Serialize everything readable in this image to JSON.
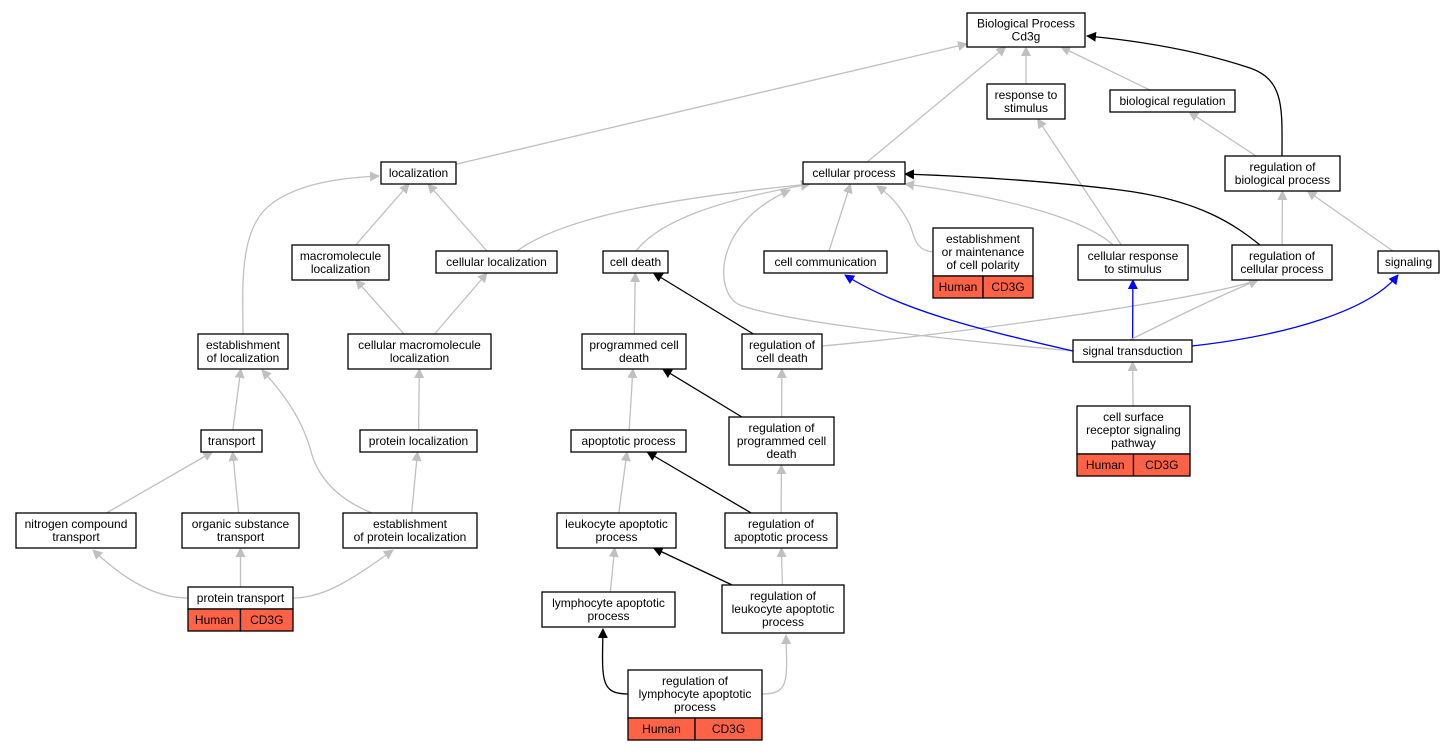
{
  "diagram": {
    "title_lines": [
      "Biological Process",
      "Cd3g"
    ],
    "edge_colors": {
      "gray": "#c0c0c0",
      "black": "#000000",
      "blue": "#0000ff"
    },
    "tag_color": "#ff6347",
    "nodes": {
      "root": {
        "lines": [
          "Biological Process",
          "Cd3g"
        ]
      },
      "response_to_stimulus": {
        "lines": [
          "response to",
          "stimulus"
        ]
      },
      "biological_regulation": {
        "lines": [
          "biological regulation"
        ]
      },
      "localization": {
        "lines": [
          "localization"
        ]
      },
      "cellular_process": {
        "lines": [
          "cellular process"
        ]
      },
      "regulation_of_biological_process": {
        "lines": [
          "regulation of",
          "biological process"
        ]
      },
      "macromolecule_localization": {
        "lines": [
          "macromolecule",
          "localization"
        ]
      },
      "cellular_localization": {
        "lines": [
          "cellular localization"
        ]
      },
      "cell_death": {
        "lines": [
          "cell death"
        ]
      },
      "cell_communication": {
        "lines": [
          "cell communication"
        ]
      },
      "establishment_cell_polarity": {
        "lines": [
          "establishment",
          "or maintenance",
          "of cell polarity"
        ],
        "tags": [
          "Human",
          "CD3G"
        ]
      },
      "cellular_response_to_stimulus": {
        "lines": [
          "cellular response",
          "to stimulus"
        ]
      },
      "regulation_of_cellular_process": {
        "lines": [
          "regulation of",
          "cellular process"
        ]
      },
      "signaling": {
        "lines": [
          "signaling"
        ]
      },
      "establishment_of_localization": {
        "lines": [
          "establishment",
          "of localization"
        ]
      },
      "cellular_macromolecule_localization": {
        "lines": [
          "cellular macromolecule",
          "localization"
        ]
      },
      "programmed_cell_death": {
        "lines": [
          "programmed cell",
          "death"
        ]
      },
      "regulation_of_cell_death": {
        "lines": [
          "regulation of",
          "cell death"
        ]
      },
      "signal_transduction": {
        "lines": [
          "signal transduction"
        ]
      },
      "transport": {
        "lines": [
          "transport"
        ]
      },
      "protein_localization": {
        "lines": [
          "protein localization"
        ]
      },
      "apoptotic_process": {
        "lines": [
          "apoptotic process"
        ]
      },
      "regulation_of_programmed_cell_death": {
        "lines": [
          "regulation of",
          "programmed cell",
          "death"
        ]
      },
      "cell_surface_receptor_signaling": {
        "lines": [
          "cell surface",
          "receptor signaling",
          "pathway"
        ],
        "tags": [
          "Human",
          "CD3G"
        ]
      },
      "nitrogen_compound_transport": {
        "lines": [
          "nitrogen compound",
          "transport"
        ]
      },
      "organic_substance_transport": {
        "lines": [
          "organic substance",
          "transport"
        ]
      },
      "establishment_of_protein_localization": {
        "lines": [
          "establishment",
          "of protein localization"
        ]
      },
      "leukocyte_apoptotic_process": {
        "lines": [
          "leukocyte apoptotic",
          "process"
        ]
      },
      "regulation_of_apoptotic_process": {
        "lines": [
          "regulation of",
          "apoptotic process"
        ]
      },
      "protein_transport": {
        "lines": [
          "protein transport"
        ],
        "tags": [
          "Human",
          "CD3G"
        ]
      },
      "lymphocyte_apoptotic_process": {
        "lines": [
          "lymphocyte apoptotic",
          "process"
        ]
      },
      "regulation_of_leukocyte_apoptotic_process": {
        "lines": [
          "regulation of",
          "leukocyte apoptotic",
          "process"
        ]
      },
      "regulation_of_lymphocyte_apoptotic_process": {
        "lines": [
          "regulation of",
          "lymphocyte apoptotic",
          "process"
        ],
        "tags": [
          "Human",
          "CD3G"
        ]
      }
    },
    "edges": [
      {
        "from": "localization",
        "to": "root",
        "color": "gray"
      },
      {
        "from": "cellular_process",
        "to": "root",
        "color": "gray"
      },
      {
        "from": "response_to_stimulus",
        "to": "root",
        "color": "gray"
      },
      {
        "from": "biological_regulation",
        "to": "root",
        "color": "gray"
      },
      {
        "from": "regulation_of_biological_process",
        "to": "root",
        "color": "black"
      },
      {
        "from": "regulation_of_biological_process",
        "to": "biological_regulation",
        "color": "gray"
      },
      {
        "from": "cellular_response_to_stimulus",
        "to": "response_to_stimulus",
        "color": "gray"
      },
      {
        "from": "macromolecule_localization",
        "to": "localization",
        "color": "gray"
      },
      {
        "from": "cellular_localization",
        "to": "localization",
        "color": "gray"
      },
      {
        "from": "establishment_of_localization",
        "to": "localization",
        "color": "gray"
      },
      {
        "from": "cellular_localization",
        "to": "cellular_process",
        "color": "gray"
      },
      {
        "from": "cell_communication",
        "to": "cellular_process",
        "color": "gray"
      },
      {
        "from": "establishment_cell_polarity",
        "to": "cellular_process",
        "color": "gray"
      },
      {
        "from": "cellular_response_to_stimulus",
        "to": "cellular_process",
        "color": "gray"
      },
      {
        "from": "regulation_of_cellular_process",
        "to": "cellular_process",
        "color": "black"
      },
      {
        "from": "signal_transduction",
        "to": "cellular_process",
        "color": "gray"
      },
      {
        "from": "cell_death",
        "to": "cellular_process",
        "color": "gray"
      },
      {
        "from": "regulation_of_cellular_process",
        "to": "regulation_of_biological_process",
        "color": "gray"
      },
      {
        "from": "signaling",
        "to": "regulation_of_biological_process",
        "color": "gray"
      },
      {
        "from": "cellular_macromolecule_localization",
        "to": "macromolecule_localization",
        "color": "gray"
      },
      {
        "from": "cellular_macromolecule_localization",
        "to": "cellular_localization",
        "color": "gray"
      },
      {
        "from": "programmed_cell_death",
        "to": "cell_death",
        "color": "gray"
      },
      {
        "from": "regulation_of_cell_death",
        "to": "cell_death",
        "color": "black"
      },
      {
        "from": "regulation_of_cell_death",
        "to": "regulation_of_cellular_process",
        "color": "gray"
      },
      {
        "from": "signal_transduction",
        "to": "cell_communication",
        "color": "blue"
      },
      {
        "from": "signal_transduction",
        "to": "cellular_response_to_stimulus",
        "color": "blue"
      },
      {
        "from": "signal_transduction",
        "to": "regulation_of_cellular_process",
        "color": "gray"
      },
      {
        "from": "signal_transduction",
        "to": "signaling",
        "color": "blue"
      },
      {
        "from": "transport",
        "to": "establishment_of_localization",
        "color": "gray"
      },
      {
        "from": "establishment_of_protein_localization",
        "to": "establishment_of_localization",
        "color": "gray"
      },
      {
        "from": "protein_localization",
        "to": "cellular_macromolecule_localization",
        "color": "gray"
      },
      {
        "from": "apoptotic_process",
        "to": "programmed_cell_death",
        "color": "gray"
      },
      {
        "from": "regulation_of_programmed_cell_death",
        "to": "programmed_cell_death",
        "color": "black"
      },
      {
        "from": "regulation_of_programmed_cell_death",
        "to": "regulation_of_cell_death",
        "color": "gray"
      },
      {
        "from": "cell_surface_receptor_signaling",
        "to": "signal_transduction",
        "color": "gray"
      },
      {
        "from": "nitrogen_compound_transport",
        "to": "transport",
        "color": "gray"
      },
      {
        "from": "organic_substance_transport",
        "to": "transport",
        "color": "gray"
      },
      {
        "from": "establishment_of_protein_localization",
        "to": "protein_localization",
        "color": "gray"
      },
      {
        "from": "leukocyte_apoptotic_process",
        "to": "apoptotic_process",
        "color": "gray"
      },
      {
        "from": "regulation_of_apoptotic_process",
        "to": "apoptotic_process",
        "color": "black"
      },
      {
        "from": "regulation_of_apoptotic_process",
        "to": "regulation_of_programmed_cell_death",
        "color": "gray"
      },
      {
        "from": "protein_transport",
        "to": "nitrogen_compound_transport",
        "color": "gray"
      },
      {
        "from": "protein_transport",
        "to": "organic_substance_transport",
        "color": "gray"
      },
      {
        "from": "protein_transport",
        "to": "establishment_of_protein_localization",
        "color": "gray"
      },
      {
        "from": "lymphocyte_apoptotic_process",
        "to": "leukocyte_apoptotic_process",
        "color": "gray"
      },
      {
        "from": "regulation_of_leukocyte_apoptotic_process",
        "to": "leukocyte_apoptotic_process",
        "color": "black"
      },
      {
        "from": "regulation_of_leukocyte_apoptotic_process",
        "to": "regulation_of_apoptotic_process",
        "color": "gray"
      },
      {
        "from": "regulation_of_lymphocyte_apoptotic_process",
        "to": "lymphocyte_apoptotic_process",
        "color": "black"
      },
      {
        "from": "regulation_of_lymphocyte_apoptotic_process",
        "to": "regulation_of_leukocyte_apoptotic_process",
        "color": "gray"
      }
    ]
  }
}
